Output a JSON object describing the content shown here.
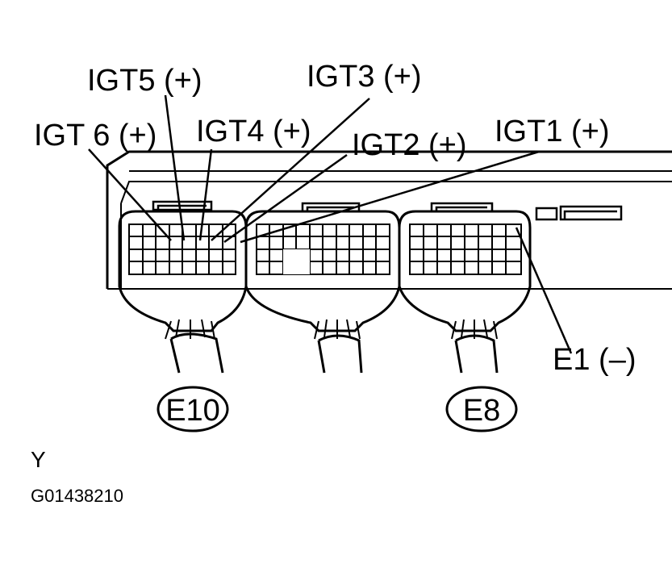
{
  "pin_labels": {
    "igt6": "IGT 6 (+)",
    "igt5": "IGT5 (+)",
    "igt4": "IGT4 (+)",
    "igt3": "IGT3 (+)",
    "igt2": "IGT2 (+)",
    "igt1": "IGT1 (+)",
    "e1": "E1 (–)"
  },
  "connectors": {
    "left": "E10",
    "right": "E8"
  },
  "footer": {
    "letter": "Y",
    "figure_id": "G01438210"
  }
}
